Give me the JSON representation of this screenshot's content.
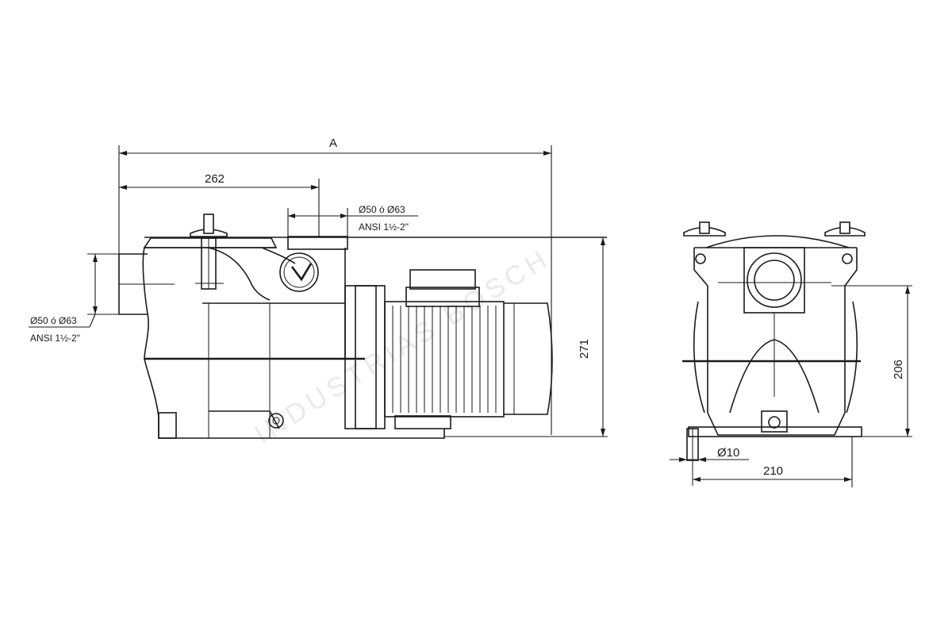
{
  "dimensions": {
    "overall_length": "A",
    "inlet_distance": "262",
    "overall_height": "271",
    "outlet_height": "206",
    "base_width": "210",
    "mount_hole": "Ø10"
  },
  "connections": {
    "outlet": {
      "line1": "Ø50 ó Ø63",
      "line2": "ANSI 1½-2\""
    },
    "inlet": {
      "line1": "Ø50 ó Ø63",
      "line2": "ANSI 1½-2\""
    }
  }
}
